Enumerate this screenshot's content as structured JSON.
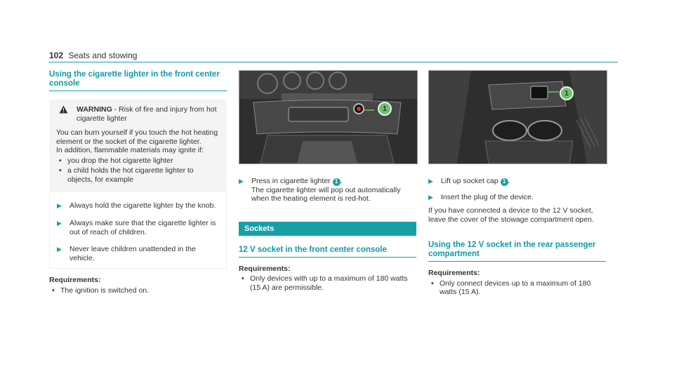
{
  "header": {
    "page_number": "102",
    "section": "Seats and stowing"
  },
  "col1": {
    "heading": "Using the cigarette lighter in the front center console",
    "warning": {
      "title": "WARNING",
      "text": " - Risk of fire and injury from hot cigarette lighter",
      "body1": "You can burn yourself if you touch the hot heating element or the socket of the cigarette lighter.",
      "body2": "In addition, flammable materials may ignite if:",
      "bullets": [
        "you drop the hot cigarette lighter",
        "a child holds the hot cigarette lighter to objects, for example"
      ]
    },
    "steps": [
      "Always hold the cigarette lighter by the knob.",
      "Always make sure that the cigarette lighter is out of reach of children.",
      "Never leave children unattended in the vehicle."
    ],
    "req_label": "Requirements:",
    "req_item": "The ignition is switched on."
  },
  "col2": {
    "callout": "1",
    "step_text_a": "Press in cigarette lighter ",
    "step_text_b": ".",
    "step_text_c": "The cigarette lighter will pop out automatically when the heating element is red-hot.",
    "section_bar": "Sockets",
    "sub_heading": "12 V socket in the front center console",
    "req_label": "Requirements:",
    "req_item": "Only devices with up to a maximum of 180 watts (15 A) are permissible."
  },
  "col3": {
    "callout": "1",
    "step1_a": "Lift up socket cap ",
    "step1_b": ".",
    "step2": "Insert the plug of the device.",
    "para": "If you have connected a device to the 12 V socket, leave the cover of the stowage compartment open.",
    "heading": "Using the 12 V socket in the rear passenger compartment",
    "req_label": "Requirements:",
    "req_item": "Only connect devices up to a maximum of 180 watts (15 A)."
  },
  "icons": {
    "warning": "warning-triangle-icon",
    "step": "play-arrow-icon"
  },
  "colors": {
    "accent": "#16a0a6"
  }
}
